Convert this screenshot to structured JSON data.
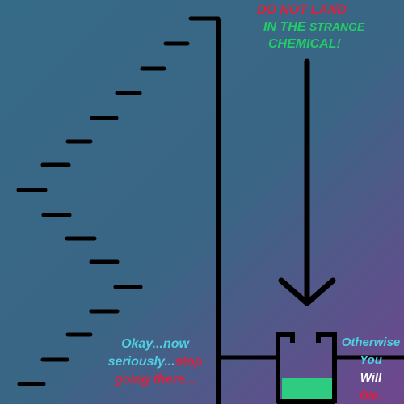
{
  "colors": {
    "background_top": "#3a6b85",
    "background_bottom_right": "#6a4a8e",
    "line": "#000000",
    "chemical": "#2ecc80",
    "red": "#e0203a",
    "green": "#22cc66",
    "cyan": "#4fd0e0",
    "white": "#ffffff"
  },
  "warning": {
    "line1": "DO NOT LAND",
    "line2_part1": "IN THE ",
    "line2_part2": "STRANGE",
    "line3": "CHEMICAL!"
  },
  "okay_message": {
    "part1": "Okay...now seriously...",
    "part2": "stop going there..."
  },
  "otherwise_message": {
    "word1": "Otherwise",
    "word2": "You",
    "word3": "Will",
    "word4": "Die."
  },
  "icons": [
    "down-arrow-icon",
    "chemical-container-icon"
  ]
}
